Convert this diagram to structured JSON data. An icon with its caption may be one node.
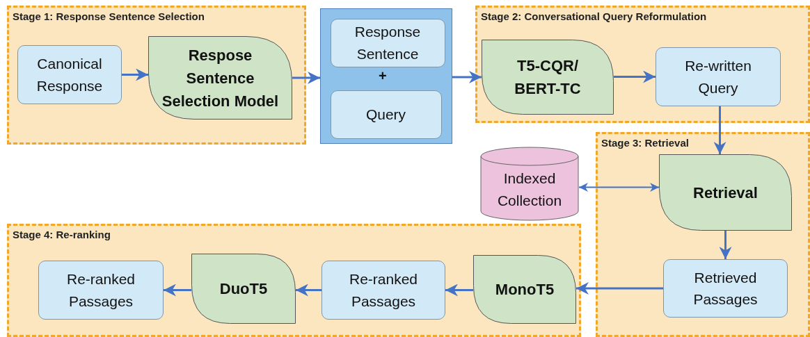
{
  "diagram": {
    "nodes": [
      {
        "text": [
          "Stage 1: Response Sentence Selection"
        ]
      },
      {
        "text": [
          "Canonical Response"
        ],
        "in": 0
      },
      {
        "text": [
          "Respose Sentence Selection Model"
        ],
        "in": 0
      },
      {
        "text": [
          "+"
        ]
      },
      {
        "text": [
          "Response Sentence"
        ],
        "in": 3
      },
      {
        "text": [
          "Query"
        ],
        "in": 3
      },
      {
        "text": [
          "Stage 2: Conversational Query Reformulation"
        ]
      },
      {
        "text": [
          "T5-CQR/ BERT-TC"
        ],
        "in": 6
      },
      {
        "text": [
          "Re-written Query"
        ],
        "in": 6
      },
      {
        "text": [
          "Stage 3: Retrieval"
        ]
      },
      {
        "text": [
          "Indexed Collection"
        ]
      },
      {
        "text": [
          "Retrieval"
        ],
        "in": 9
      },
      {
        "text": [
          "Retrieved Passages"
        ],
        "in": 9
      },
      {
        "text": [
          "Stage 4: Re-ranking"
        ]
      },
      {
        "text": [
          "Re-ranked Passages"
        ],
        "in": 13
      },
      {
        "text": [
          "DuoT5"
        ],
        "in": 13
      },
      {
        "text": [
          "Re-ranked Passages"
        ],
        "in": 13
      },
      {
        "text": [
          "MonoT5"
        ],
        "in": 13
      }
    ],
    "edges": [
      {
        "from": 1,
        "to": 2,
        "arrow": "to"
      },
      {
        "from": 2,
        "to": 3,
        "arrow": "to"
      },
      {
        "from": 3,
        "to": 7,
        "arrow": "to"
      },
      {
        "from": 7,
        "to": 8,
        "arrow": "to"
      },
      {
        "from": 8,
        "to": 11,
        "arrow": "to"
      },
      {
        "from": 10,
        "to": 11,
        "arrow": "both"
      },
      {
        "from": 11,
        "to": 12,
        "arrow": "to"
      },
      {
        "from": 12,
        "to": 17,
        "arrow": "to"
      },
      {
        "from": 17,
        "to": 16,
        "arrow": "to"
      },
      {
        "from": 16,
        "to": 15,
        "arrow": "to"
      },
      {
        "from": 15,
        "to": 14,
        "arrow": "to"
      }
    ]
  }
}
